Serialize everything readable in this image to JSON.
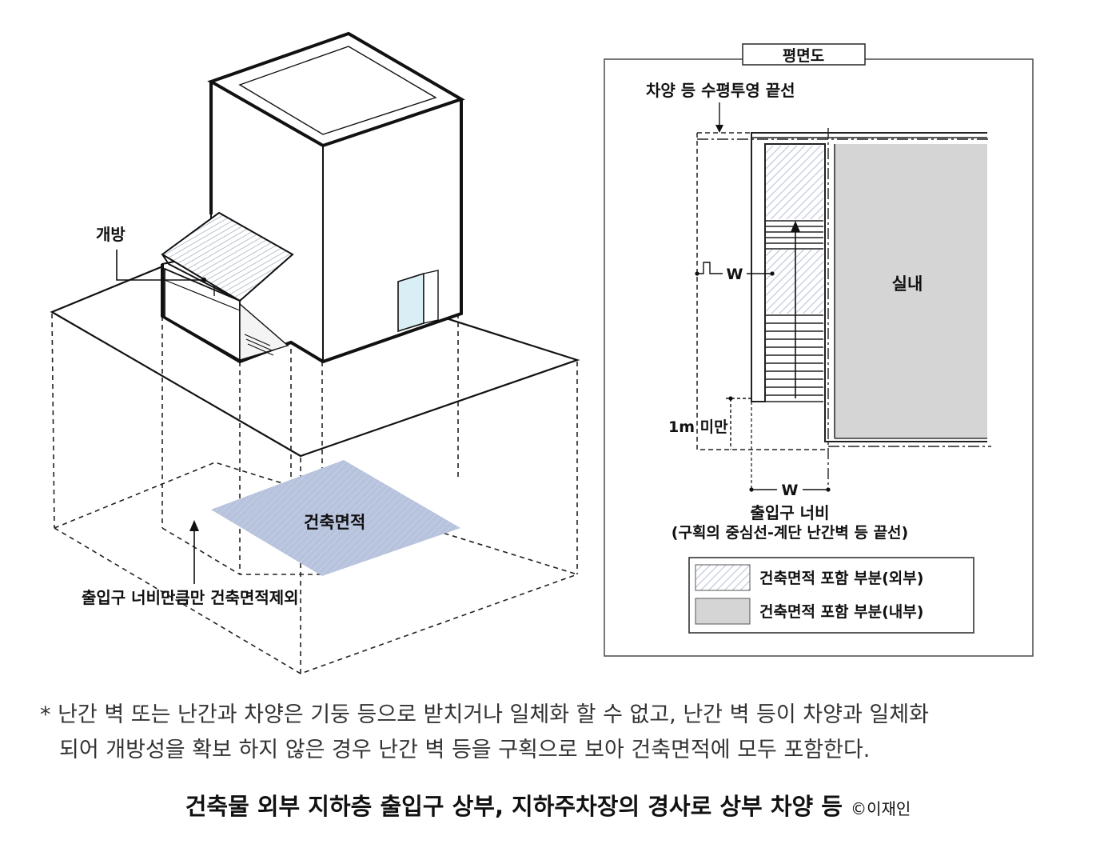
{
  "isometric": {
    "open_label": "개방",
    "building_area_label": "건축면적",
    "exclusion_label": "출입구 너비만큼만 건축면적제외"
  },
  "plan": {
    "title": "평면도",
    "eave_line_label": "차양 등  수평투영 끝선",
    "w_label": "W",
    "indoor_label": "실내",
    "limit_label": "1m  미만",
    "entrance_width_label": "출입구 너비",
    "entrance_width_sub": "(구획의 중심선-계단 난간벽 등 끝선)",
    "legend": [
      {
        "label": "건축면적 포함  부분(외부)",
        "pattern": "hatch"
      },
      {
        "label": "건축면적 포함  부분(내부)",
        "pattern": "gray"
      }
    ]
  },
  "footnote": {
    "line1": "* 난간 벽 또는 난간과 차양은 기둥 등으로 받치거나 일체화 할 수 없고, 난간 벽 등이 차양과 일체화",
    "line2": "되어 개방성을 확보 하지 않은 경우 난간 벽 등을 구획으로 보아 건축면적에 모두 포함한다."
  },
  "caption": {
    "text": "건축물 외부 지하층 출입구 상부, 지하주차장의 경사로 상부 차양 등 ",
    "credit": "©이재인"
  },
  "colors": {
    "area_fill": "#b7c3dd",
    "indoor_fill": "#d5d5d5",
    "hatch": "#b9c4d6",
    "line": "#111111",
    "window": "#d9eef5"
  }
}
